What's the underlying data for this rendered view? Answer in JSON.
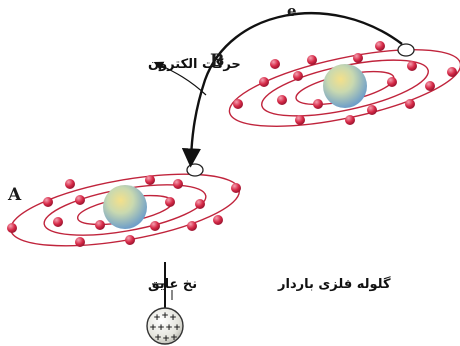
{
  "labels": {
    "atom_a": "A",
    "atom_b": "B",
    "electron_symbol": "e",
    "electron_motion": "حرکت الکترون",
    "metal_sphere": "گلوله فلزی باردار",
    "insulating_thread": "نخ عایق"
  },
  "colors": {
    "orbit": "#c0243c",
    "electron": "#d62a48",
    "nucleus": "#8fb8d8",
    "arrow": "#111111"
  },
  "icons": {
    "sphere_charges": "plus-signs"
  }
}
